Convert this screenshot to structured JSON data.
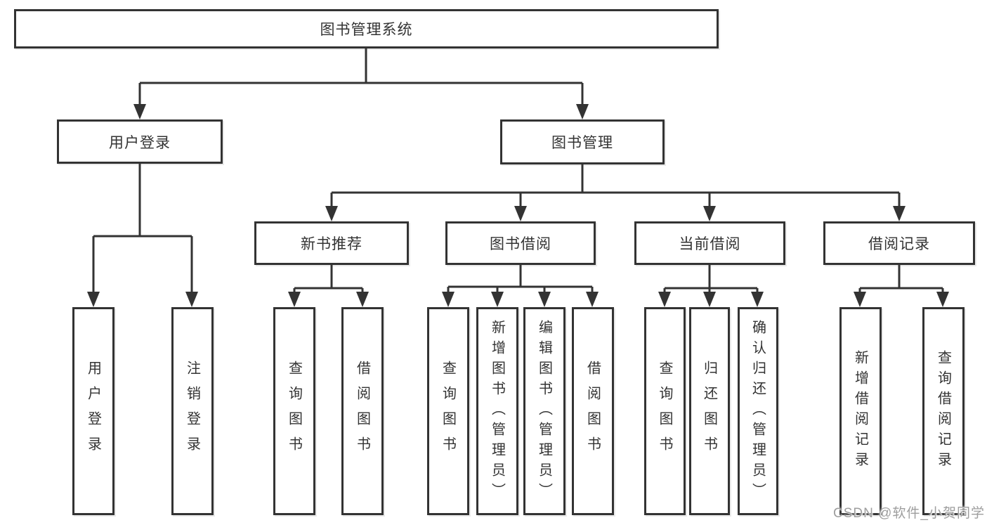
{
  "root": {
    "label": "图书管理系统"
  },
  "branches": [
    {
      "label": "用户登录",
      "children": [
        "用户登录",
        "注销登录"
      ]
    },
    {
      "label": "图书管理"
    }
  ],
  "sections": [
    {
      "label": "新书推荐",
      "children": [
        "查询图书",
        "借阅图书"
      ]
    },
    {
      "label": "图书借阅",
      "children": [
        "查询图书",
        "新增图书（管理员）",
        "编辑图书（管理员）",
        "借阅图书"
      ]
    },
    {
      "label": "当前借阅",
      "children": [
        "查询图书",
        "归还图书",
        "确认归还（管理员）"
      ]
    },
    {
      "label": "借阅记录",
      "children": [
        "新增借阅记录",
        "查询借阅记录"
      ]
    }
  ],
  "watermark": {
    "text": "CSDN @软件_小贺同学",
    "color": "#9e9e9e"
  },
  "colors": {
    "line": "#333333",
    "text": "#333333",
    "background": "#ffffff"
  }
}
